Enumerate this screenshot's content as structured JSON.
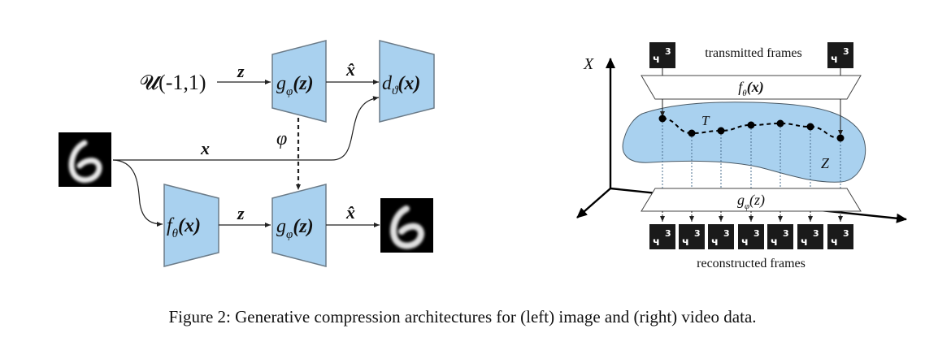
{
  "left_diagram": {
    "prior_label": "𝓤(-1,1)",
    "top_z_label": "z",
    "top_xhat_label": "x̂",
    "top_generator": {
      "fn": "g",
      "sub": "φ",
      "arg": "(z)"
    },
    "discriminator": {
      "fn": "d",
      "sub": "ϑ",
      "arg": "(x)"
    },
    "phi_label": "φ",
    "x_label": "x",
    "encoder": {
      "fn": "f",
      "sub": "θ",
      "arg": "(x)"
    },
    "bottom_z_label": "z",
    "bottom_generator": {
      "fn": "g",
      "sub": "φ",
      "arg": "(z)"
    },
    "bottom_xhat_label": "x̂",
    "input_digit": "6",
    "output_digit": "6"
  },
  "right_diagram": {
    "axis_label": "X",
    "transmitted_label": "transmitted frames",
    "encoder": {
      "fn": "f",
      "sub": "θ",
      "arg": "(x)"
    },
    "trajectory_label": "T",
    "latent_label": "Z",
    "decoder": {
      "fn": "g",
      "sub": "φ",
      "arg": "(z)"
    },
    "reconstructed_label": "reconstructed frames",
    "frame_digits": "43",
    "num_reconstructed_frames": 7
  },
  "caption": "Figure 2: Generative compression architectures for (left) image and (right) video data.",
  "colors": {
    "network_fill": "#a9d1ef",
    "network_stroke": "#6b7b88",
    "latent_fill": "#a9d1ef",
    "frame_bg": "#1a1a1a"
  }
}
